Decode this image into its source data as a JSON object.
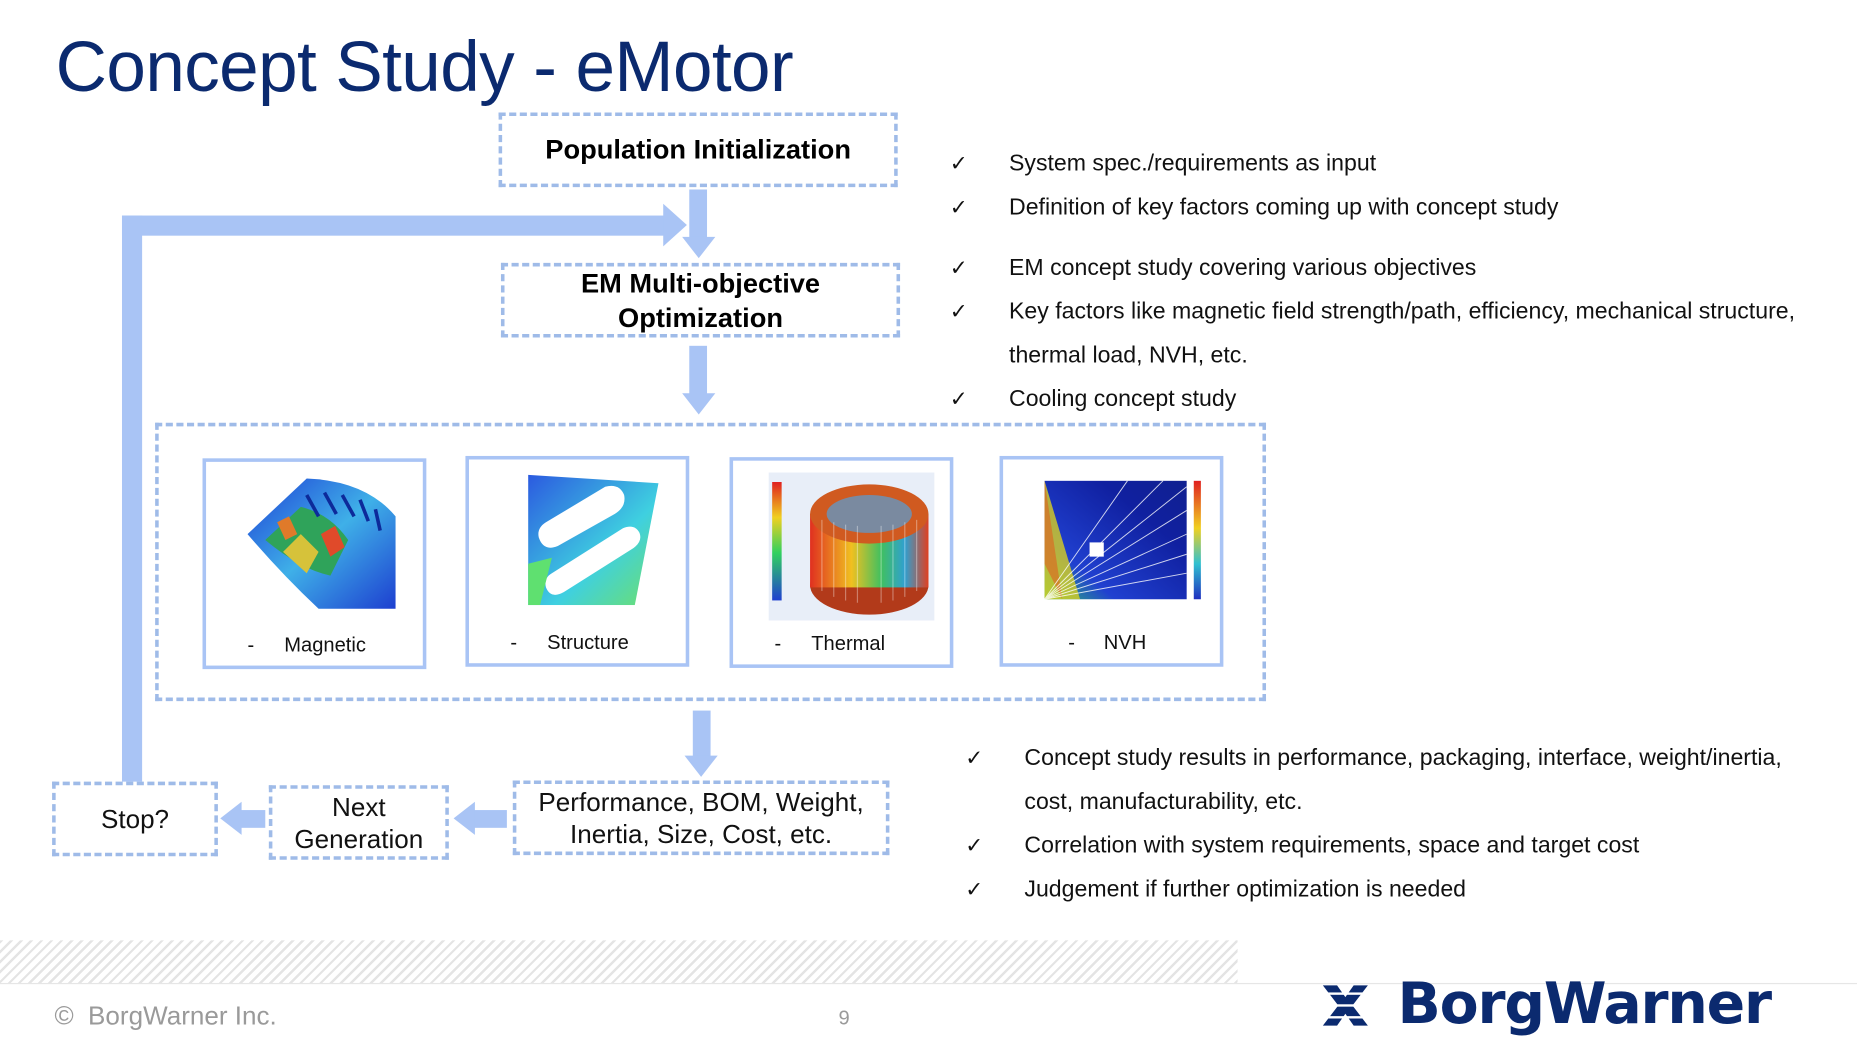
{
  "slide": {
    "title": "Concept Study - eMotor"
  },
  "flow": {
    "population_init": "Population Initialization",
    "em_opt_line1": "EM Multi-objective",
    "em_opt_line2": "Optimization",
    "results_line1": "Performance, BOM, Weight,",
    "results_line2": "Inertia, Size, Cost, etc.",
    "next_gen_line1": "Next",
    "next_gen_line2": "Generation",
    "stop": "Stop?",
    "arrow_color": "#a9c4f5",
    "dash_color": "#9fbbe8"
  },
  "analyses": [
    {
      "caption": "Magnetic",
      "dash": "-",
      "icon": "magnetic-simulation-image"
    },
    {
      "caption": "Structure",
      "dash": "-",
      "icon": "structure-simulation-image"
    },
    {
      "caption": "Thermal",
      "dash": "-",
      "icon": "thermal-simulation-image"
    },
    {
      "caption": "NVH",
      "dash": "-",
      "icon": "nvh-waterfall-image"
    }
  ],
  "bullets_top": [
    "System spec./requirements as input",
    "Definition of key factors coming up with concept study"
  ],
  "bullets_mid": [
    "EM concept study covering various objectives",
    "Key factors like magnetic field strength/path, efficiency, mechanical structure,",
    "thermal load, NVH, etc.",
    "Cooling concept study"
  ],
  "bullets_bottom": [
    "Concept study results in performance, packaging, interface, weight/inertia,",
    "cost, manufacturability, etc.",
    "Correlation with system requirements, space and target cost",
    "Judgement if further optimization is needed"
  ],
  "check_glyph": "✓",
  "footer": {
    "copyright_symbol": "©",
    "copyright": "BorgWarner Inc.",
    "page": "9",
    "logo": "BorgWarner"
  },
  "colors": {
    "title": "#0b2a6f",
    "logo": "#0b2a6f",
    "footer_text": "#9a9a9a"
  }
}
